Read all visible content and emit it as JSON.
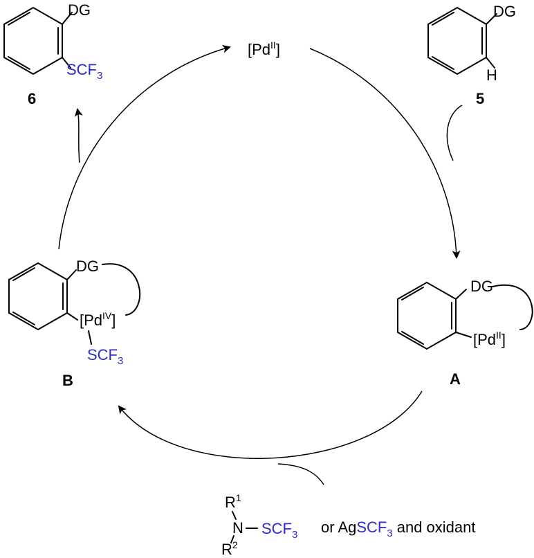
{
  "title": "",
  "colors": {
    "scf3": "#2b2bd6",
    "ink": "#000000"
  },
  "catalyst": {
    "text": "[Pd",
    "ox": "II",
    "close": "]"
  },
  "substrate_5": {
    "dg": "DG",
    "h": "H",
    "label": "5"
  },
  "intermediate_a": {
    "dg": "DG",
    "pd": "[Pd",
    "ox": "II",
    "close": "]",
    "label": "A"
  },
  "intermediate_b": {
    "dg": "DG",
    "pd": "[Pd",
    "ox": "IV",
    "close": "]",
    "scf": "SCF",
    "scf_sub": "3",
    "label": "B"
  },
  "product_6": {
    "dg": "DG",
    "scf": "SCF",
    "scf_sub": "3",
    "label": "6"
  },
  "reagent": {
    "r1": "R",
    "r1_sup": "1",
    "n": "N",
    "r2": "R",
    "r2_sup": "2",
    "scf": "SCF",
    "scf_sub": "3",
    "or_text": "or Ag",
    "ag_scf": "SCF",
    "ag_scf_sub": "3",
    "tail": "and oxidant"
  }
}
